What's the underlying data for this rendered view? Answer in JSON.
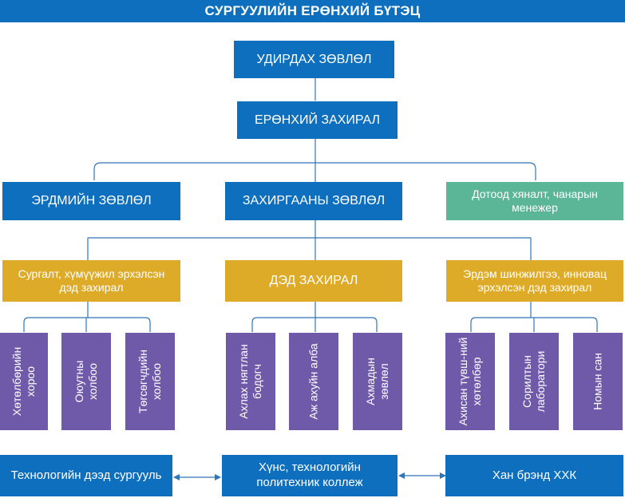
{
  "title": "СУРГУУЛИЙН ЕРӨНХИЙ БҮТЭЦ",
  "colors": {
    "blue": "#0e6fbe",
    "teal": "#5ab697",
    "gold": "#deab29",
    "purple": "#6e5aa9",
    "line": "#2e75b6"
  },
  "level1": {
    "board": "УДИРДАХ ЗӨВЛӨЛ",
    "director": "ЕРӨНХИЙ ЗАХИРАЛ"
  },
  "level2": {
    "academic": "ЭРДМИЙН ЗӨВЛӨЛ",
    "admin": "ЗАХИРГААНЫ ЗӨВЛӨЛ",
    "quality": "Дотоод хяналт, чанарын менежер"
  },
  "level3": {
    "left": "Сургалт, хүмүүжил эрхэлсэн дэд захирал",
    "center": "ДЭД ЗАХИРАЛ",
    "right": "Эрдэм шинжилгээ, инновац эрхэлсэн дэд захирал"
  },
  "level4": [
    "Хөтөлбөрийн хороо",
    "Оюутны холбоо",
    "Төгсөгчдийн холбоо",
    "Ахлах нягтлан бодогч",
    "Аж ахуйн алба",
    "Ахмадын зөвлөл",
    "Ахисан түвш-ний хөтөлбөр",
    "Сорилтын лаборатори",
    "Номын сан"
  ],
  "bottom": {
    "left": "Технологийн дээд сургууль",
    "center": "Хүнс, технологийн политехник коллеж",
    "right": "Хан брэнд ХХК"
  }
}
